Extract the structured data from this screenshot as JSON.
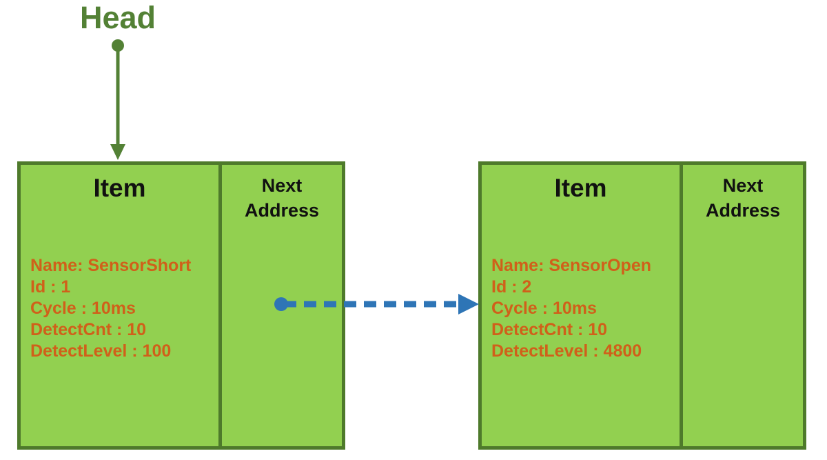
{
  "diagram": {
    "head_label": "Head",
    "nodes": [
      {
        "item_header": "Item",
        "next_header": [
          "Next",
          "Address"
        ],
        "fields": [
          "Name: SensorShort",
          "Id : 1",
          "Cycle : 10ms",
          "DetectCnt : 10",
          "DetectLevel : 100"
        ]
      },
      {
        "item_header": "Item",
        "next_header": [
          "Next",
          "Address"
        ],
        "fields": [
          "Name: SensorOpen",
          "Id : 2",
          "Cycle : 10ms",
          "DetectCnt : 10",
          "DetectLevel : 4800"
        ]
      }
    ],
    "colors": {
      "dark_green_border": "#4e7a2b",
      "node_fill_green": "#92d050",
      "head_text_green": "#538135",
      "field_text_orange": "#d0601a",
      "pointer_blue": "#2e75b6",
      "header_text_black": "#111111"
    }
  }
}
